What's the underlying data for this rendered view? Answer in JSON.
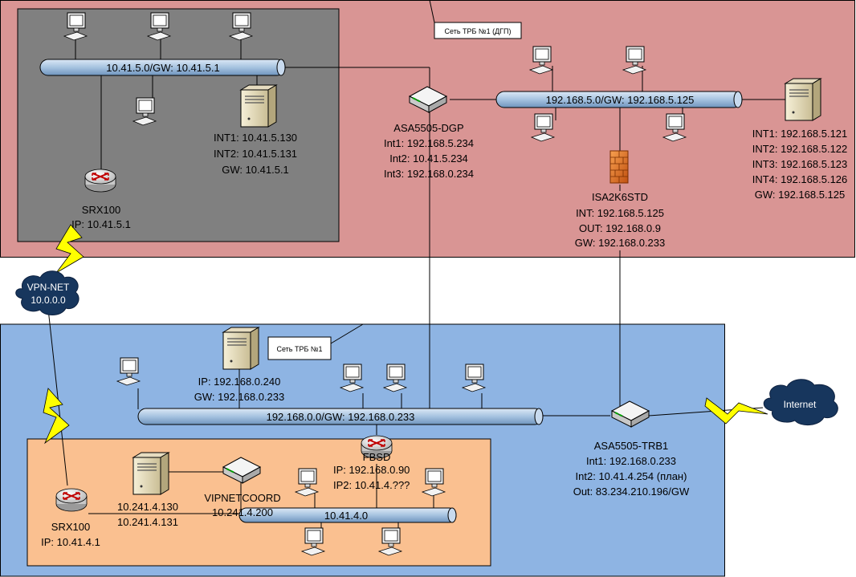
{
  "zones": {
    "dgp_title": "Сеть ТРБ №1 (ДГП)",
    "trb_title": "Сеть ТРБ №1"
  },
  "buses": {
    "top_left": "10.41.5.0/GW: 10.41.5.1",
    "top_right": "192.168.5.0/GW: 192.168.5.125",
    "main": "192.168.0.0/GW: 192.168.0.233",
    "inner": "10.41.4.0"
  },
  "server_top_left": {
    "lines": [
      "INT1: 10.41.5.130",
      "INT2: 10.41.5.131",
      "GW: 10.41.5.1"
    ]
  },
  "srx_top": {
    "lines": [
      "SRX100",
      "IP: 10.41.5.1"
    ]
  },
  "asa_dgp": {
    "lines": [
      "ASA5505-DGP",
      "Int1: 192.168.5.234",
      "Int2: 10.41.5.234",
      "Int3: 192.168.0.234"
    ]
  },
  "isa": {
    "lines": [
      "ISA2K6STD",
      "INT: 192.168.5.125",
      "OUT: 192.168.0.9",
      "GW: 192.168.0.233"
    ]
  },
  "server_top_right": {
    "lines": [
      "INT1: 192.168.5.121",
      "INT2: 192.168.5.122",
      "INT3: 192.168.5.123",
      "INT4: 192.168.5.126",
      "GW: 192.168.5.125"
    ]
  },
  "vpn_cloud": {
    "lines": [
      "VPN-NET",
      "10.0.0.0"
    ]
  },
  "internet_cloud": {
    "label": "Internet"
  },
  "server_main": {
    "lines": [
      "IP: 192.168.0.240",
      "GW: 192.168.0.233"
    ]
  },
  "asa_trb": {
    "lines": [
      "ASA5505-TRB1",
      "Int1: 192.168.0.233",
      "Int2: 10.41.4.254 (план)",
      "Out: 83.234.210.196/GW"
    ]
  },
  "fbsd": {
    "name": "FBSD",
    "lines": [
      "IP: 192.168.0.90",
      "IP2: 10.41.4.???"
    ]
  },
  "server_inner": {
    "lines": [
      "10.241.4.130",
      "10.241.4.131"
    ]
  },
  "vipnet": {
    "lines": [
      "VIPNETCOORD",
      "10.241.4.200"
    ]
  },
  "srx_bottom": {
    "lines": [
      "SRX100",
      "IP: 10.41.4.1"
    ]
  },
  "colors": {
    "dgp_zone": "#d99594",
    "gray_zone": "#808080",
    "trb_zone": "#8eb4e3",
    "inner_zone": "#fac090",
    "bus": "#a6c3e0",
    "lightning": "#ffff00",
    "cloud": "#17365d"
  }
}
